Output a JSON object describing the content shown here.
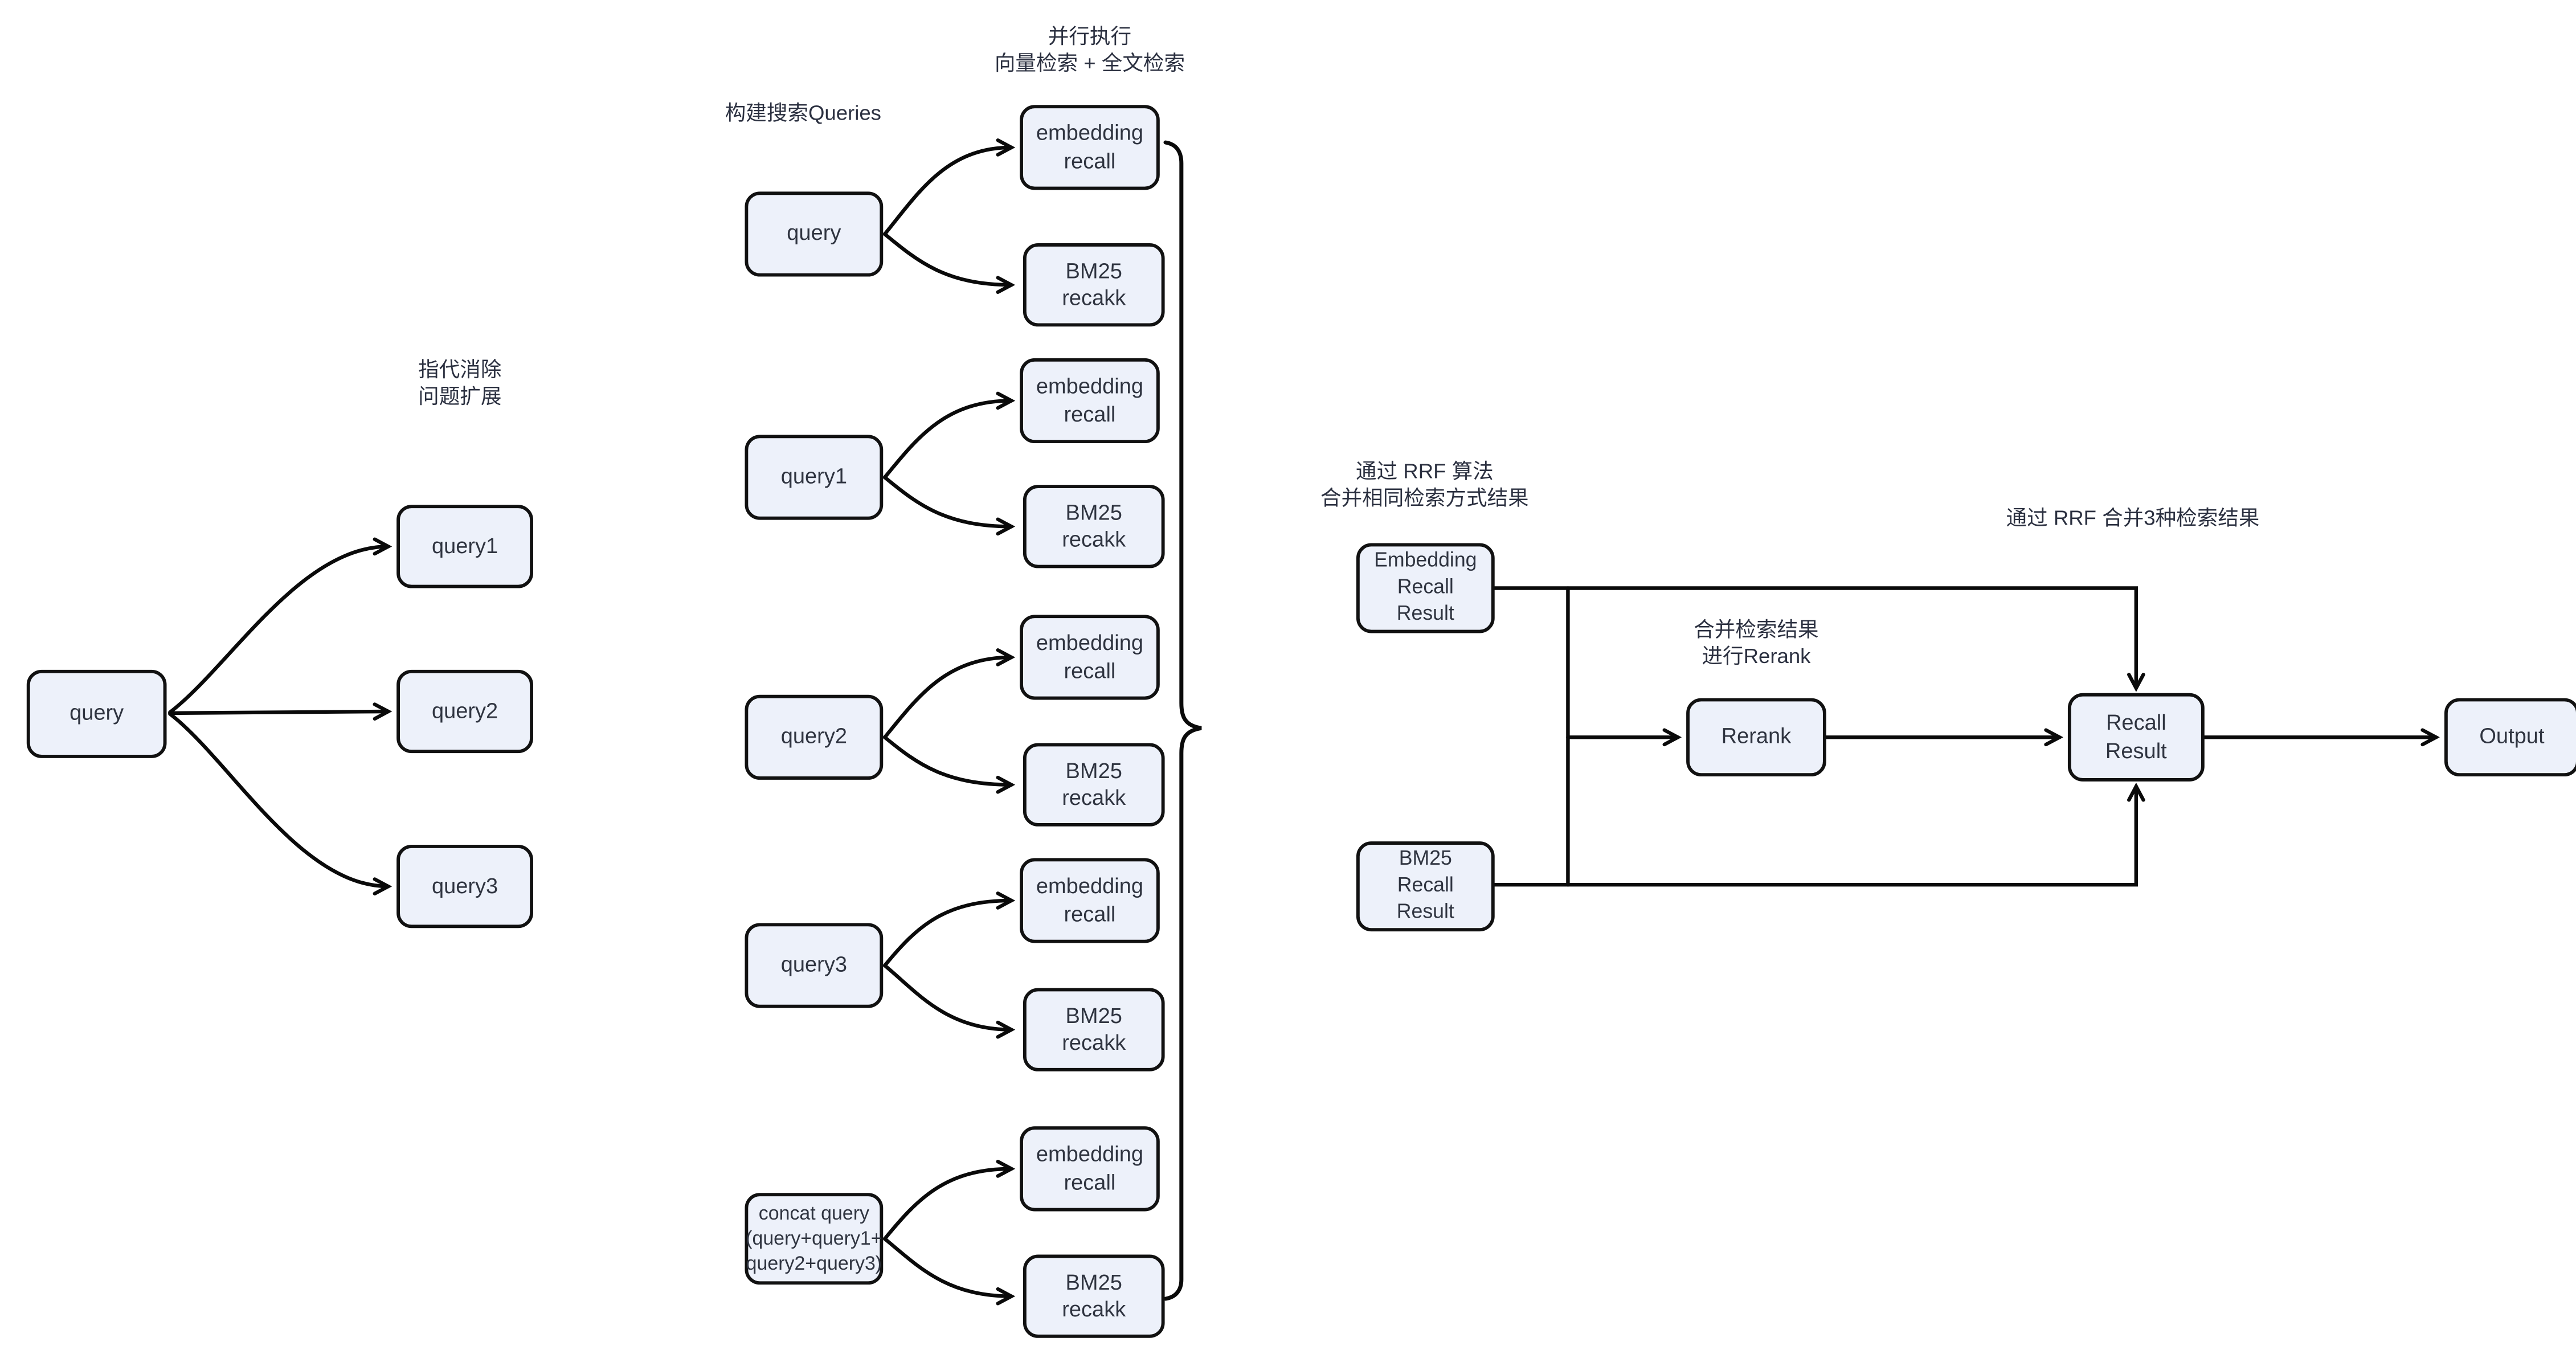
{
  "diagram": {
    "annotations": {
      "parallel_exec": "并行执行\n向量检索 + 全文检索",
      "build_queries": "构建搜索Queries",
      "coreference": "指代消除\n问题扩展",
      "rrf_merge_same": "通过 RRF 算法\n合并相同检索方式结果",
      "merge_rerank": "合并检索结果\n进行Rerank",
      "rrf_merge_3": "通过 RRF 合并3种检索结果"
    },
    "nodes": {
      "source_query": "query",
      "expanded": [
        "query1",
        "query2",
        "query3"
      ],
      "search_queries": [
        "query",
        "query1",
        "query2",
        "query3"
      ],
      "concat_query": "concat query\n(query+query1+\nquery2+query3)",
      "embedding_recall": "embedding\nrecall",
      "bm25_recall": "BM25\nrecakk",
      "embedding_result": "Embedding\nRecall\nResult",
      "bm25_result": "BM25\nRecall\nResult",
      "rerank": "Rerank",
      "recall_result": "Recall\nResult",
      "output": "Output"
    },
    "colors": {
      "node_fill": "#edf1fa",
      "node_border": "#111111",
      "edge": "#0a0a0a",
      "text": "#2f3440",
      "background": "#ffffff"
    }
  }
}
